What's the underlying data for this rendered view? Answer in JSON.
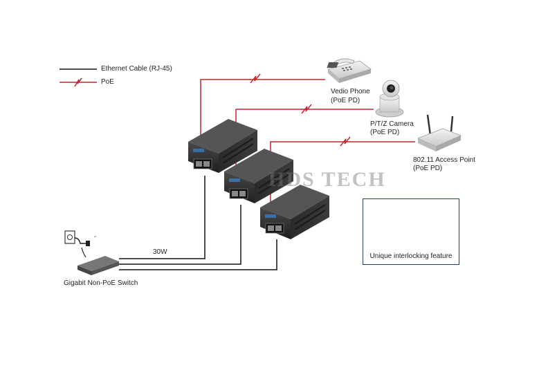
{
  "legend": {
    "ethernet_label": "Ethernet Cable (RJ-45)",
    "poe_label": "PoE"
  },
  "devices": {
    "phone": {
      "name": "Vedio Phone",
      "sub": "(PoE PD)"
    },
    "camera": {
      "name": "P/T/Z Camera",
      "sub": "(PoE PD)"
    },
    "access_point": {
      "name": "802.11 Access Point",
      "sub": "(PoE PD)"
    },
    "switch": {
      "name": "Gigabit Non-PoE Switch"
    }
  },
  "power_label": "30W",
  "inset_label": "Unique interlocking feature",
  "watermark": "HDS TECH",
  "colors": {
    "poe_line": "#c0272d",
    "ethernet_line": "#111111",
    "injector_body": "#2b2b2b",
    "inset_border": "#1f3f66",
    "arrow_blue": "#3a9ad9"
  }
}
